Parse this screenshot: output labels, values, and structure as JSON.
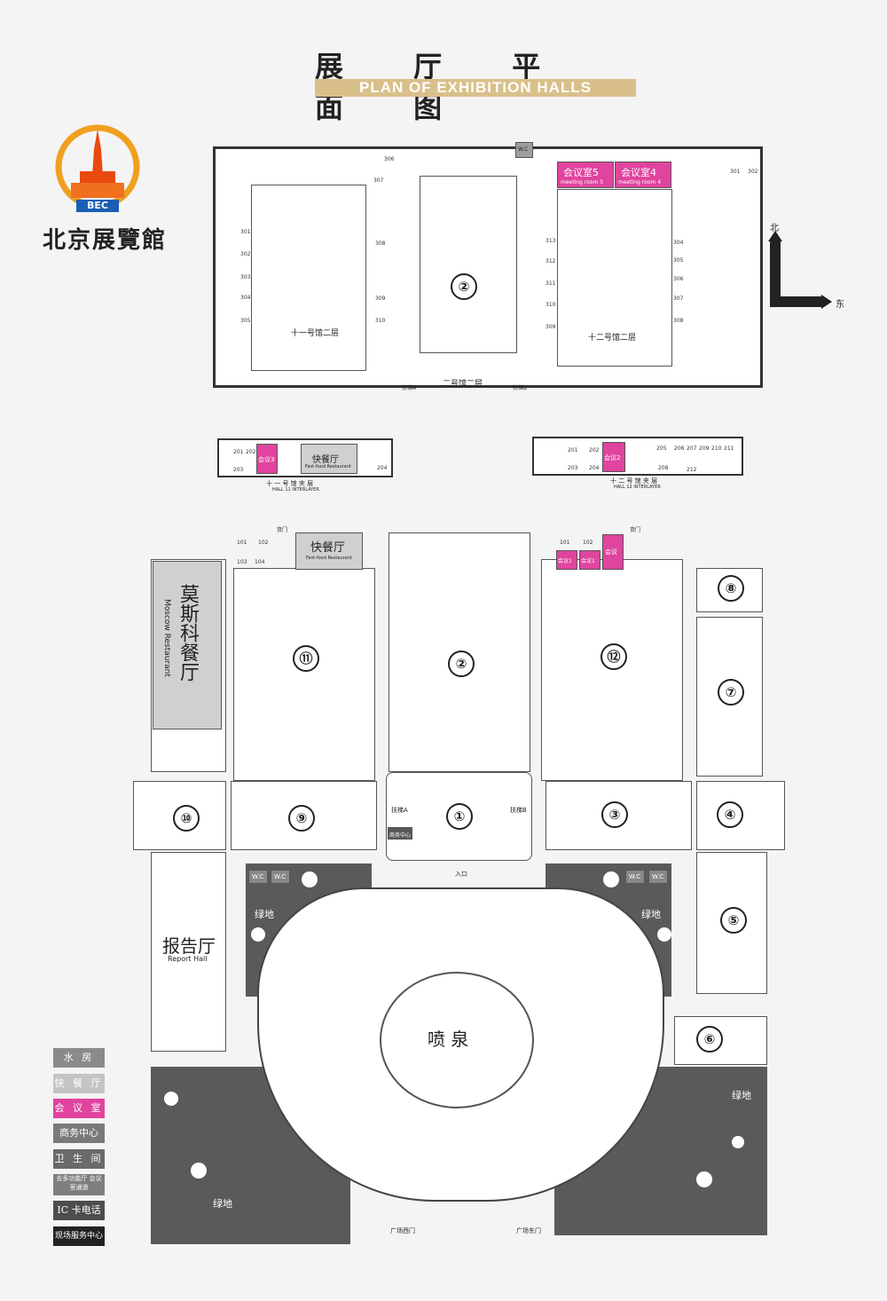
{
  "title_cn": "展 厅 平 面 图",
  "title_en": "PLAN OF EXHIBITION HALLS",
  "logo": {
    "abbr": "BEC",
    "name": "北京展覽館"
  },
  "compass": {
    "north": "北",
    "east": "东"
  },
  "upper": {
    "hall11_floor2": "十一号馆二层",
    "hall12_floor2": "十二号馆二层",
    "hall2_floor2": "二号馆二层",
    "stair_a": "扶梯A",
    "stair_b": "扶梯B",
    "hall2_number": "②",
    "meeting5_cn": "会议室5",
    "meeting5_en": "meeting room 5",
    "meeting4_cn": "会议室4",
    "meeting4_en": "meeting room 4",
    "wc": "W.C",
    "rooms_left": [
      "301",
      "302",
      "303",
      "304",
      "305"
    ],
    "rooms_mid_left": [
      "306",
      "307",
      "308",
      "309",
      "310"
    ],
    "rooms_right": [
      "304",
      "305",
      "306",
      "307",
      "308"
    ],
    "rooms_right_inner": [
      "313",
      "312",
      "311",
      "310",
      "309"
    ],
    "rooms_top_right": [
      "301",
      "302"
    ]
  },
  "interlayer": {
    "hall11_cn": "十 一 号 馆 夹 层",
    "hall11_en": "HALL 11 INTERLAYER",
    "hall12_cn": "十 二 号 馆 夹 层",
    "hall12_en": "HALL 12 INTERLAYER",
    "meeting3": "会议3",
    "meeting2": "会议2",
    "fastfood_cn": "快餐厅",
    "fastfood_en": "Fast-food Restaurant",
    "rooms11": [
      "201",
      "202",
      "203",
      "204"
    ],
    "rooms12": [
      "201",
      "202",
      "203",
      "204",
      "205",
      "206",
      "207",
      "208",
      "209",
      "210",
      "211",
      "212"
    ]
  },
  "ground": {
    "moscow_cn": "莫斯科餐厅",
    "moscow_en": "Moscow Restaurant",
    "fastfood_cn": "快餐厅",
    "fastfood_en": "Fast-food Restaurant",
    "report_cn": "报告厅",
    "report_en": "Report Hall",
    "fountain": "喷 泉",
    "green": "绿地",
    "stair_a": "扶梯A",
    "stair_b": "扶梯B",
    "entrance": "入口",
    "west_gate": "广场西门",
    "east_gate": "广场东门",
    "business": "商务中心",
    "meeting1": "会议1",
    "meeting_small": "会议",
    "wc": "W.C",
    "freight": "货门",
    "rooms_left": [
      "101",
      "102",
      "103",
      "104"
    ],
    "rooms_right": [
      "101",
      "102"
    ],
    "halls": [
      "①",
      "②",
      "③",
      "④",
      "⑤",
      "⑥",
      "⑦",
      "⑧",
      "⑨",
      "⑩",
      "⑪",
      "⑫"
    ]
  },
  "legend": [
    {
      "label": "水 房",
      "color": "#8a8a8a"
    },
    {
      "label": "快 餐 厅",
      "color": "#c4c4c4"
    },
    {
      "label": "会 议 室",
      "color": "#e0449e"
    },
    {
      "label": "商务中心",
      "color": "#7a7a7a"
    },
    {
      "label": "卫 生 间",
      "color": "#6a6a6a"
    },
    {
      "label": "去多功能厅 会议室通道",
      "color": "#7e7e7e"
    },
    {
      "label": "IC 卡电话",
      "color": "#4d4d4d"
    },
    {
      "label": "现场服务中心",
      "color": "#222222"
    }
  ]
}
